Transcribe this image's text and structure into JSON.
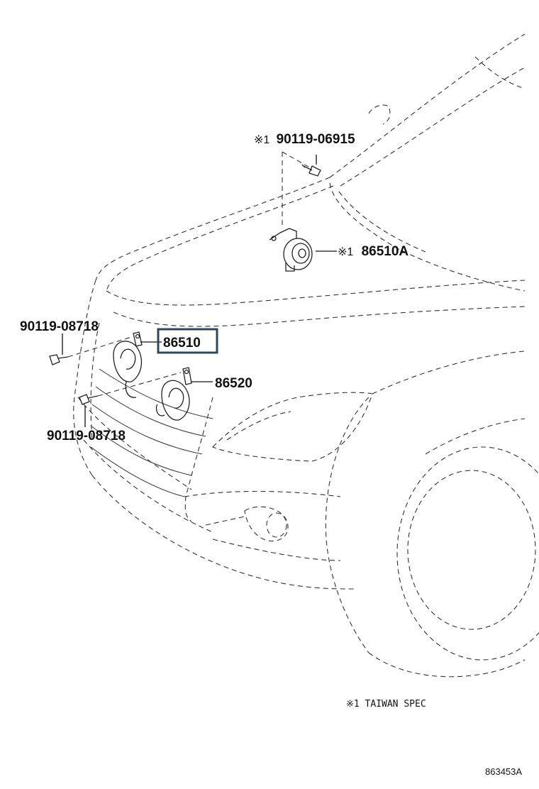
{
  "callouts": {
    "bolt_top": {
      "marker": "※1",
      "part": "90119-06915"
    },
    "horn_taiwan": {
      "marker": "※1",
      "part": "86510A"
    },
    "bolt_left_upper": {
      "part": "90119-08718"
    },
    "horn_high": {
      "part": "86510"
    },
    "horn_low": {
      "part": "86520"
    },
    "bolt_left_lower": {
      "part": "90119-08718"
    }
  },
  "note": "※1 TAIWAN SPEC",
  "diagram_code": "863453A",
  "highlight_color": "#2f4858"
}
